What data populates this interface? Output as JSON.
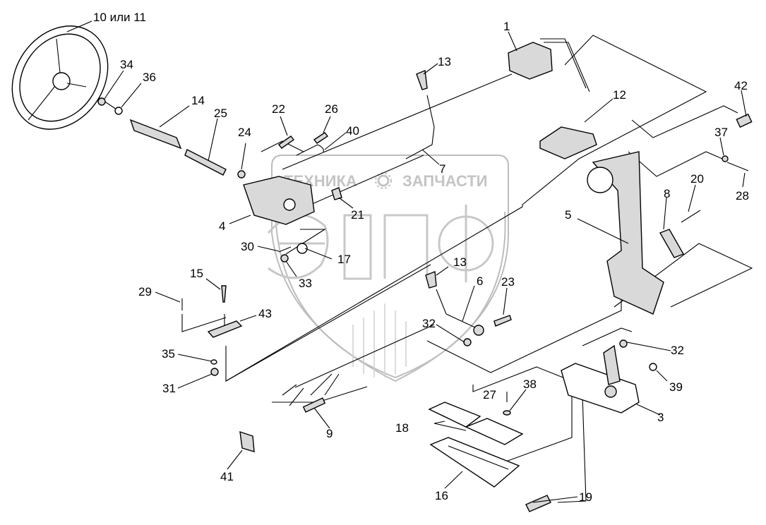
{
  "diagram": {
    "type": "exploded-parts-diagram",
    "watermark": {
      "text_left": "ТЕХНИКА",
      "text_right": "ЗАПЧАСТИ",
      "logo_letters": "ЭПФ",
      "gear_icon": "gear-icon"
    },
    "callouts": [
      {
        "id": "c-10-11",
        "label": "10 или 11",
        "part": "steering-wheel"
      },
      {
        "id": "c-34",
        "label": "34",
        "part": "nut"
      },
      {
        "id": "c-36",
        "label": "36",
        "part": "washer"
      },
      {
        "id": "c-14",
        "label": "14",
        "part": "sleeve"
      },
      {
        "id": "c-25",
        "label": "25",
        "part": "steering-shaft"
      },
      {
        "id": "c-24",
        "label": "24",
        "part": "nut"
      },
      {
        "id": "c-22",
        "label": "22",
        "part": "bolt"
      },
      {
        "id": "c-26",
        "label": "26",
        "part": "bolt"
      },
      {
        "id": "c-40",
        "label": "40",
        "part": "spring-wire"
      },
      {
        "id": "c-4",
        "label": "4",
        "part": "steering-pump"
      },
      {
        "id": "c-21",
        "label": "21",
        "part": "plate"
      },
      {
        "id": "c-7",
        "label": "7",
        "part": "lever"
      },
      {
        "id": "c-13a",
        "label": "13",
        "part": "knob"
      },
      {
        "id": "c-1",
        "label": "1",
        "part": "hydraulic-valve"
      },
      {
        "id": "c-12",
        "label": "12",
        "part": "bracket"
      },
      {
        "id": "c-42",
        "label": "42",
        "part": "switch"
      },
      {
        "id": "c-37",
        "label": "37",
        "part": "washer"
      },
      {
        "id": "c-28",
        "label": "28",
        "part": "screw"
      },
      {
        "id": "c-20",
        "label": "20",
        "part": "bolt"
      },
      {
        "id": "c-8",
        "label": "8",
        "part": "link"
      },
      {
        "id": "c-5",
        "label": "5",
        "part": "column-support"
      },
      {
        "id": "c-30",
        "label": "30",
        "part": "screw"
      },
      {
        "id": "c-17",
        "label": "17",
        "part": "plate"
      },
      {
        "id": "c-33",
        "label": "33",
        "part": "nut"
      },
      {
        "id": "c-15",
        "label": "15",
        "part": "knob"
      },
      {
        "id": "c-29",
        "label": "29",
        "part": "screw"
      },
      {
        "id": "c-43",
        "label": "43",
        "part": "switch-assembly"
      },
      {
        "id": "c-35",
        "label": "35",
        "part": "washer"
      },
      {
        "id": "c-31",
        "label": "31",
        "part": "nut"
      },
      {
        "id": "c-13b",
        "label": "13",
        "part": "knob"
      },
      {
        "id": "c-6",
        "label": "6",
        "part": "lever"
      },
      {
        "id": "c-23",
        "label": "23",
        "part": "pin"
      },
      {
        "id": "c-32a",
        "label": "32",
        "part": "nut"
      },
      {
        "id": "c-9",
        "label": "9",
        "part": "wiring-harness"
      },
      {
        "id": "c-41",
        "label": "41",
        "part": "relay"
      },
      {
        "id": "c-32b",
        "label": "32",
        "part": "nut"
      },
      {
        "id": "c-39",
        "label": "39",
        "part": "clip"
      },
      {
        "id": "c-27",
        "label": "27",
        "part": "bolt"
      },
      {
        "id": "c-38",
        "label": "38",
        "part": "washer"
      },
      {
        "id": "c-3",
        "label": "3",
        "part": "pedal-bracket"
      },
      {
        "id": "c-18",
        "label": "18",
        "part": "gasket"
      },
      {
        "id": "c-16",
        "label": "16",
        "part": "cover-plate"
      },
      {
        "id": "c-19",
        "label": "19",
        "part": "handle"
      }
    ]
  }
}
